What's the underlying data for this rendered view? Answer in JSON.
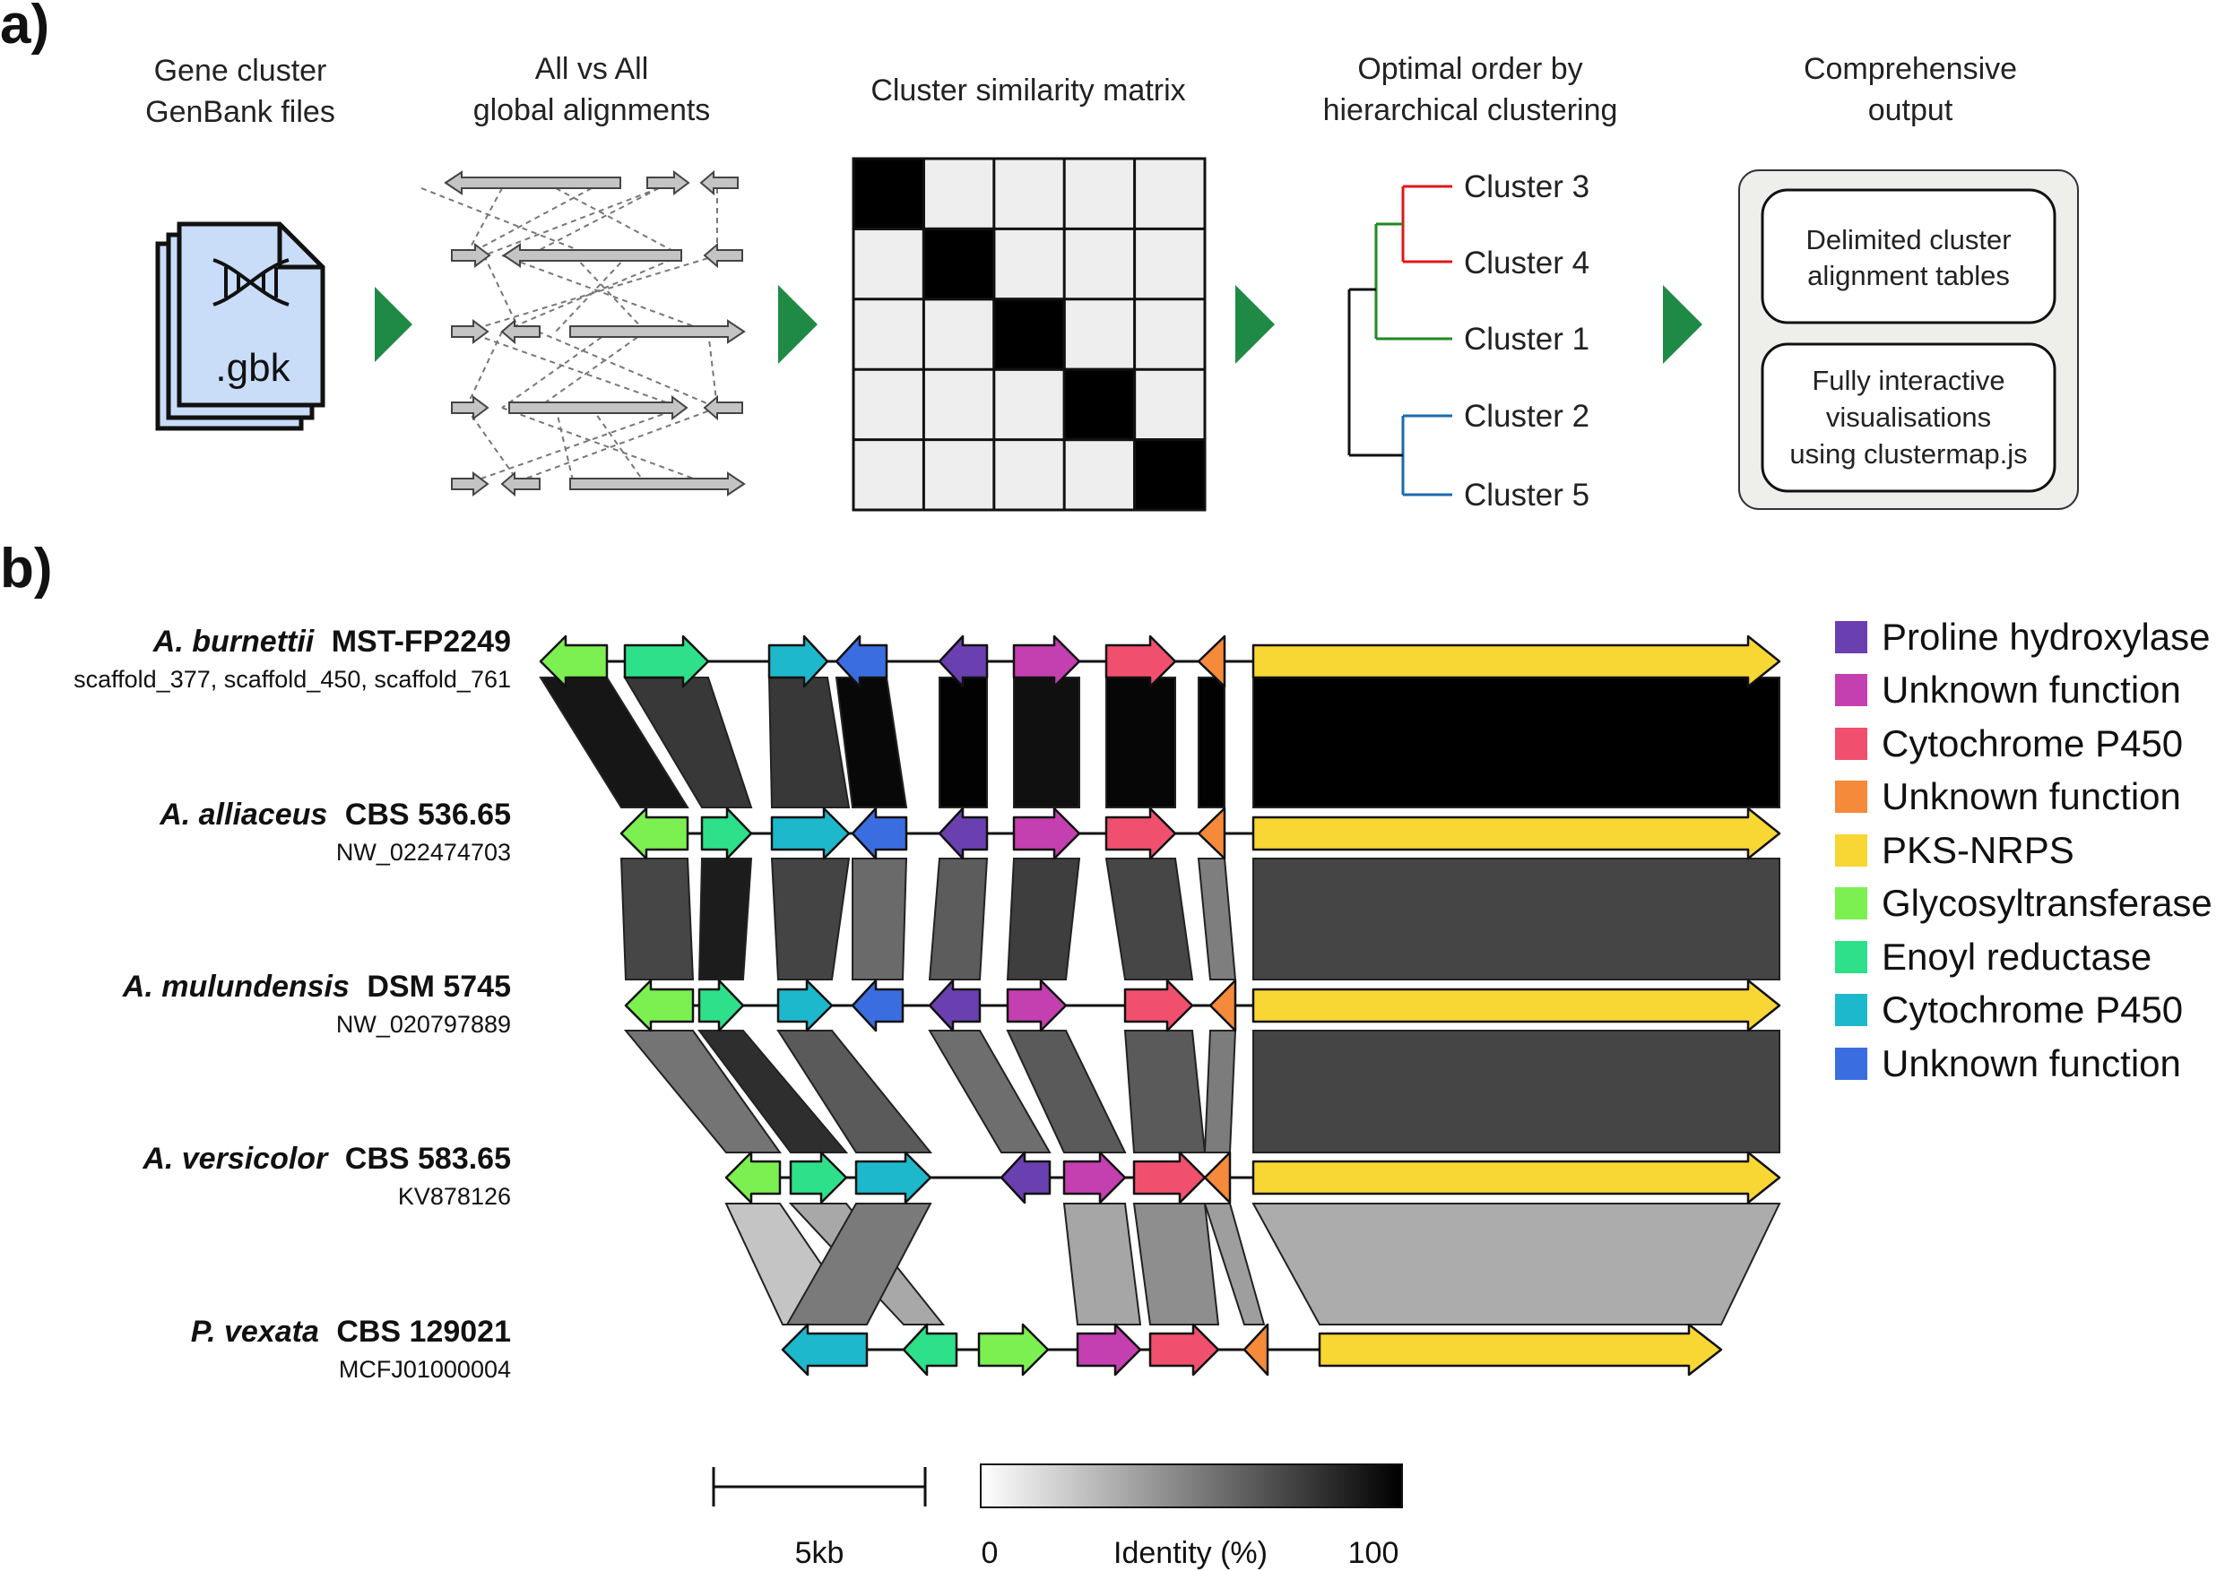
{
  "panel_a": {
    "label": "a)",
    "step1": {
      "line1": "Gene cluster",
      "line2": "GenBank files",
      "file_ext": ".gbk"
    },
    "step2": {
      "line1": "All vs All",
      "line2": "global alignments"
    },
    "step3": {
      "line1": "Cluster similarity matrix"
    },
    "step4": {
      "line1": "Optimal order by",
      "line2": "hierarchical clustering",
      "leaves": [
        "Cluster 3",
        "Cluster 4",
        "Cluster 1",
        "Cluster 2",
        "Cluster 5"
      ]
    },
    "step5": {
      "line1": "Comprehensive",
      "line2": "output",
      "box1": [
        "Delimited cluster",
        "alignment tables"
      ],
      "box2": [
        "Fully interactive",
        "visualisations",
        "using clustermap.js"
      ]
    }
  },
  "panel_b": {
    "label": "b)",
    "clusters": [
      {
        "species": "A. burnettii",
        "strain": "MST-FP2249",
        "locus": "scaffold_377, scaffold_450, scaffold_761"
      },
      {
        "species": "A. alliaceus",
        "strain": "CBS 536.65",
        "locus": "NW_022474703"
      },
      {
        "species": "A. mulundensis",
        "strain": "DSM 5745",
        "locus": "NW_020797889"
      },
      {
        "species": "A. versicolor",
        "strain": "CBS 583.65",
        "locus": "KV878126"
      },
      {
        "species": "P. vexata",
        "strain": "CBS 129021",
        "locus": "MCFJ01000004"
      }
    ],
    "legend": [
      {
        "label": "Proline hydroxylase",
        "color": "#6a3fb0"
      },
      {
        "label": "Unknown function",
        "color": "#c43fb0"
      },
      {
        "label": "Cytochrome P450",
        "color": "#f0506e"
      },
      {
        "label": "Unknown function",
        "color": "#f48a3a"
      },
      {
        "label": "PKS-NRPS",
        "color": "#f8d633"
      },
      {
        "label": "Glycosyltransferase",
        "color": "#7cf050"
      },
      {
        "label": "Enoyl reductase",
        "color": "#2ee08a"
      },
      {
        "label": "Cytochrome P450",
        "color": "#1eb8cc"
      },
      {
        "label": "Unknown function",
        "color": "#3a6ee0"
      }
    ],
    "scale_bar": {
      "label": "5kb"
    },
    "colorbar": {
      "min": "0",
      "title": "Identity (%)",
      "max": "100"
    }
  }
}
